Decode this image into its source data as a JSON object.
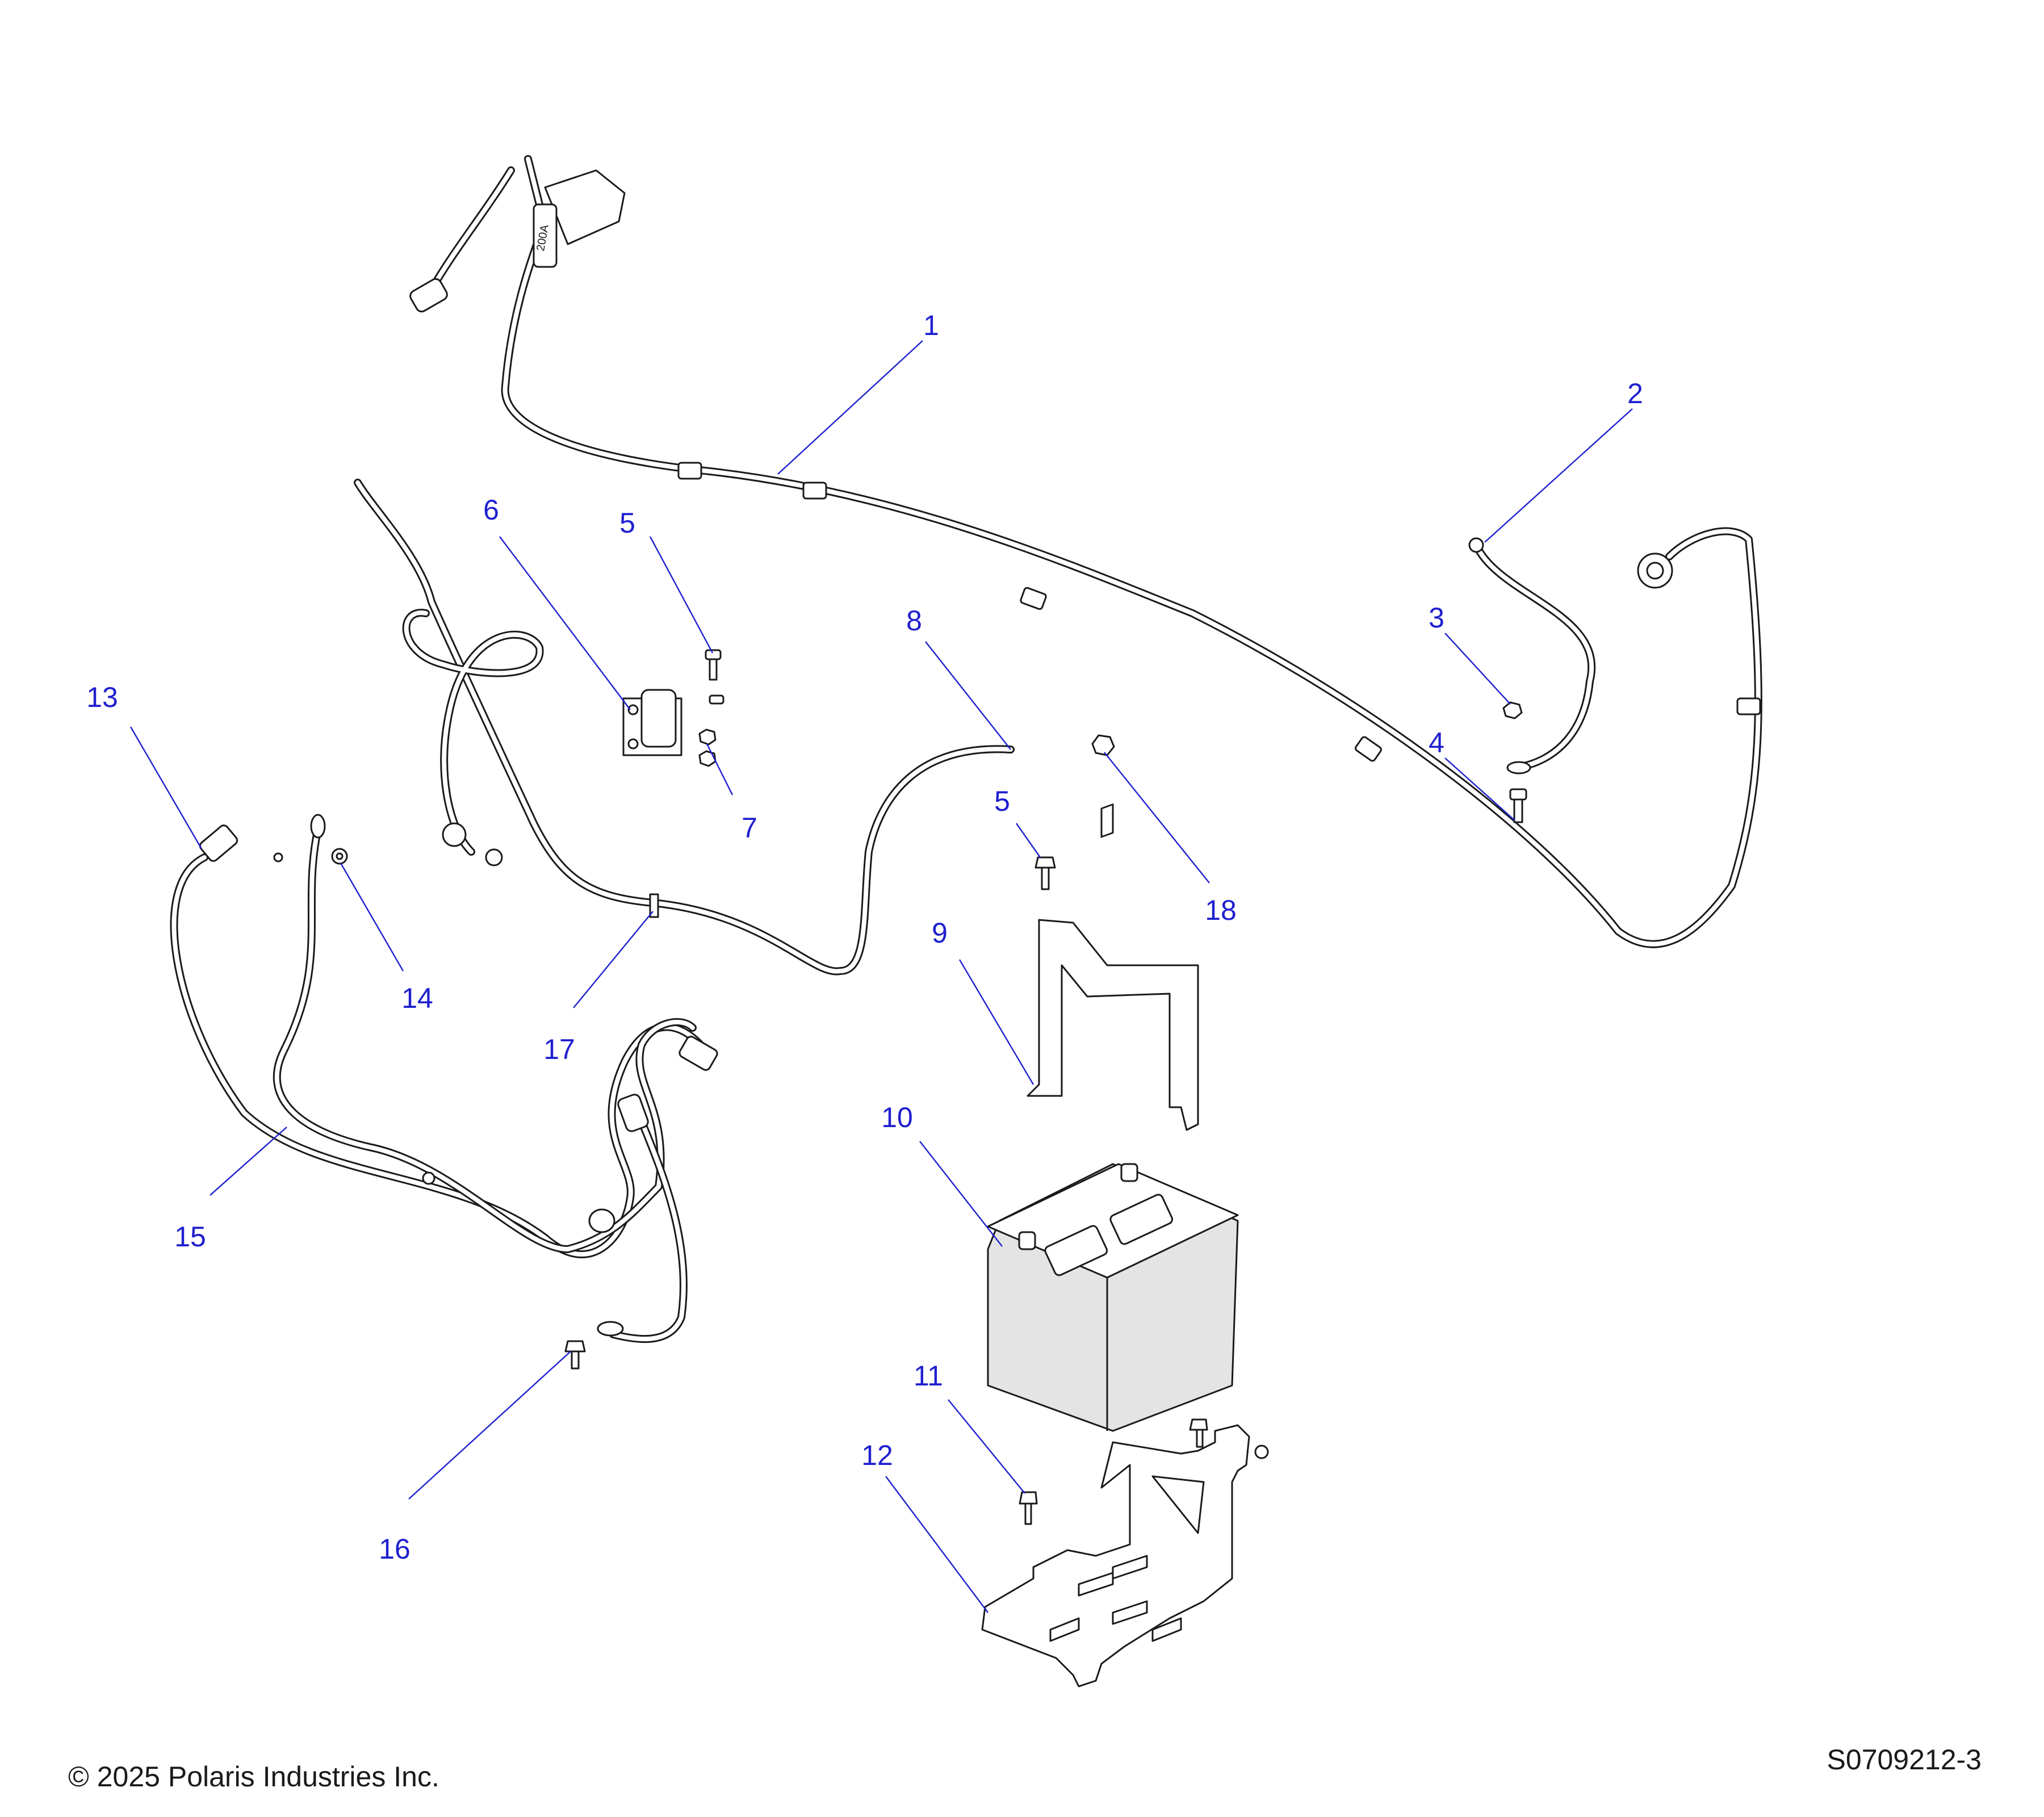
{
  "callouts": [
    "1",
    "2",
    "3",
    "4",
    "5",
    "6",
    "5",
    "7",
    "8",
    "9",
    "10",
    "11",
    "12",
    "13",
    "14",
    "15",
    "16",
    "17",
    "18"
  ],
  "fuse_label": "200A",
  "copyright": "© 2025 Polaris Industries Inc.",
  "drawing_number": "S0709212-3",
  "colors": {
    "callout": "#1f1fcf",
    "line": "#1a1a1a",
    "battery_fill": "#e4e4e4"
  }
}
